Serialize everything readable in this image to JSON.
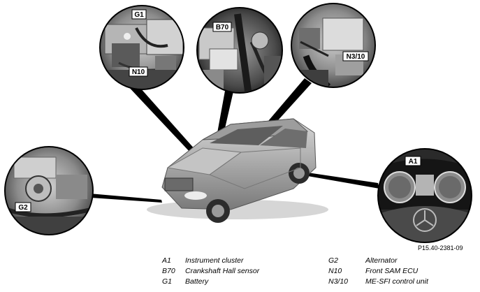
{
  "callouts": {
    "g1": "G1",
    "n10": "N10",
    "b70": "B70",
    "n3_10": "N3/10",
    "g2": "G2",
    "a1": "A1"
  },
  "figure_ref": "P15.40-2381-09",
  "legend": {
    "left": [
      {
        "code": "A1",
        "desc": "Instrument cluster"
      },
      {
        "code": "B70",
        "desc": "Crankshaft Hall sensor"
      },
      {
        "code": "G1",
        "desc": "Battery"
      }
    ],
    "right": [
      {
        "code": "G2",
        "desc": "Alternator"
      },
      {
        "code": "N10",
        "desc": "Front SAM ECU"
      },
      {
        "code": "N3/10",
        "desc": "ME-SFI control unit"
      }
    ]
  }
}
